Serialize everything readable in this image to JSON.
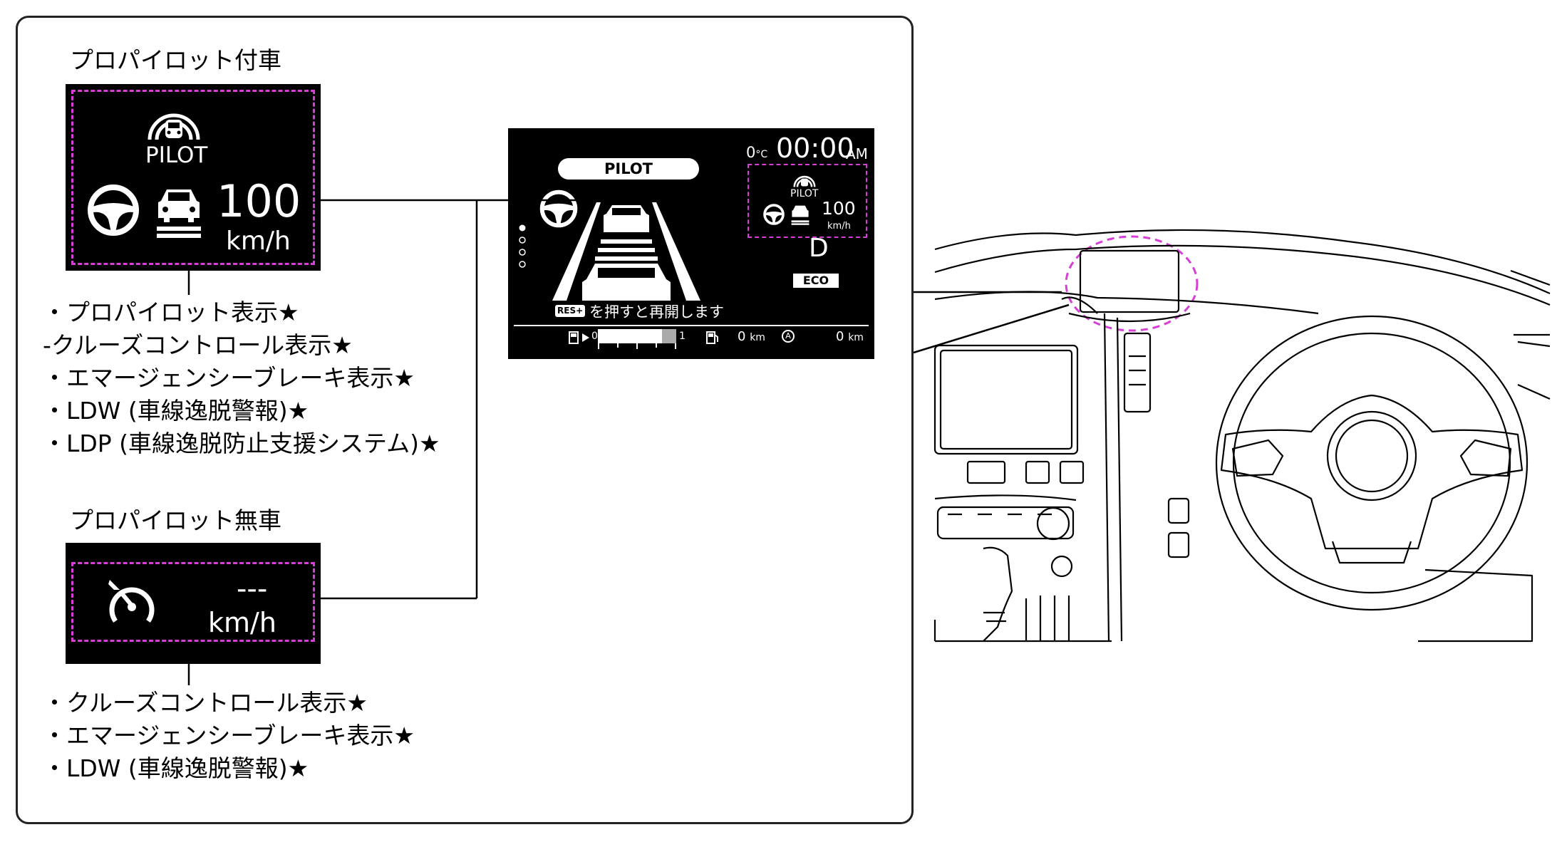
{
  "with_pilot": {
    "heading": "プロパイロット付車",
    "pilot_label": "PILOT",
    "speed": "100",
    "unit": "km/h",
    "features": [
      "・プロパイロット表示★",
      " -クルーズコントロール表示★",
      "・エマージェンシーブレーキ表示★",
      "・LDW (車線逸脱警報)★",
      "・LDP (車線逸脱防止支援システム)★"
    ]
  },
  "without_pilot": {
    "heading": "プロパイロット無車",
    "speed": "---",
    "unit": "km/h",
    "features": [
      "・クルーズコントロール表示★",
      "・エマージェンシーブレーキ表示★",
      "・LDW (車線逸脱警報)★"
    ]
  },
  "meter": {
    "temp_value": "0",
    "temp_unit": "°C",
    "time": "00:00",
    "ampm": "AM",
    "pilot_badge": "PILOT",
    "mini_pilot": "PILOT",
    "mini_speed": "100",
    "mini_unit": "km/h",
    "gear": "D",
    "eco": "ECO",
    "res_key": "RES+",
    "message": "を押すと再開します",
    "fuel_min": "0",
    "fuel_max": "1",
    "range": "0",
    "range_unit": "km",
    "trip_label": "A",
    "trip": "0",
    "trip_unit": "km"
  }
}
